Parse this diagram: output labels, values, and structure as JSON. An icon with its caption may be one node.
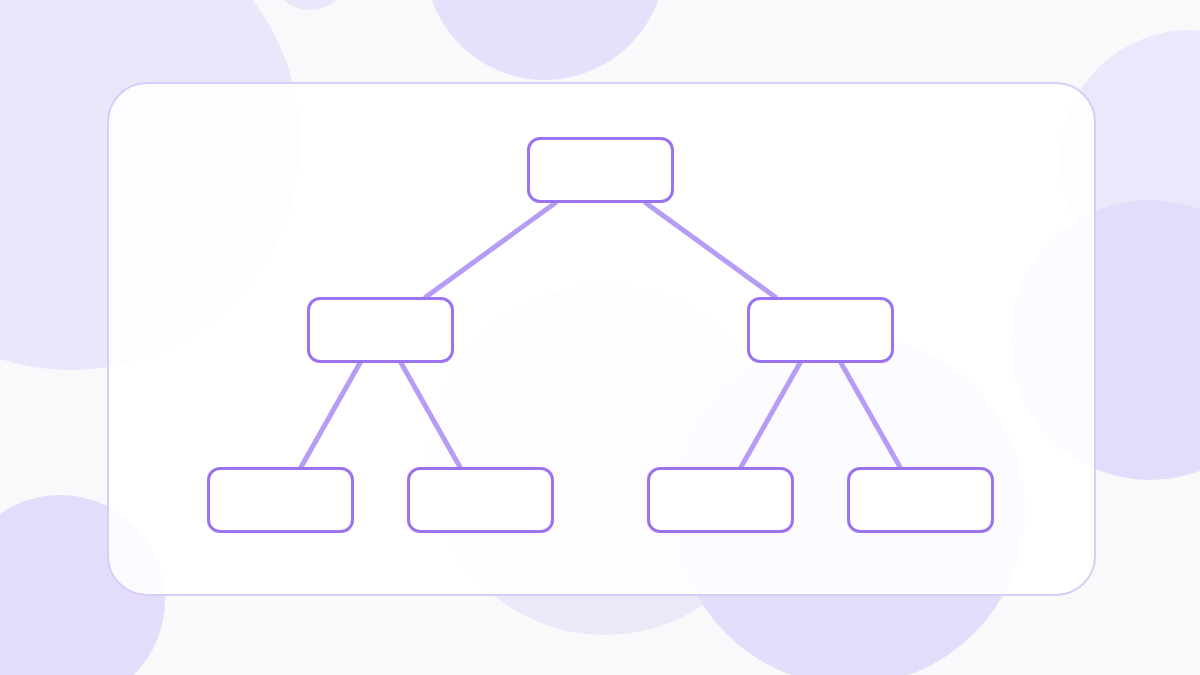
{
  "diagram": {
    "nodes": [
      {
        "text": [],
        "shape": "box"
      },
      {
        "text": [],
        "shape": "box"
      },
      {
        "text": [],
        "shape": "box"
      },
      {
        "text": [],
        "shape": "box"
      },
      {
        "text": [],
        "shape": "box"
      },
      {
        "text": [],
        "shape": "box"
      },
      {
        "text": [],
        "shape": "box"
      }
    ],
    "edges": [
      {
        "from": 0,
        "to": 1,
        "arrow": "none"
      },
      {
        "from": 0,
        "to": 2,
        "arrow": "none"
      },
      {
        "from": 1,
        "to": 3,
        "arrow": "none"
      },
      {
        "from": 1,
        "to": 4,
        "arrow": "none"
      },
      {
        "from": 2,
        "to": 5,
        "arrow": "none"
      },
      {
        "from": 2,
        "to": 6,
        "arrow": "none"
      }
    ]
  }
}
